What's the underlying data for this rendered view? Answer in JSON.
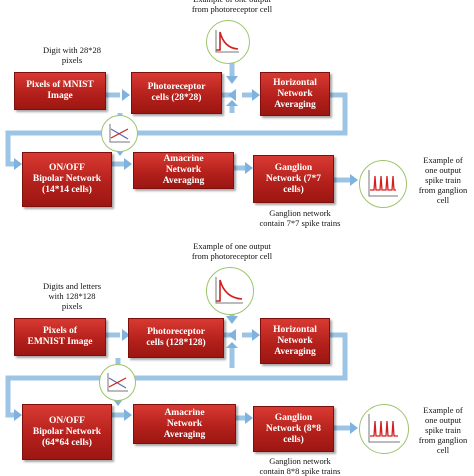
{
  "diagrams": [
    {
      "top_note": "Example of one output\nfrom photoreceptor cell",
      "input_note": "Digit with 28*28\npixels",
      "pixels_box": "Pixels of MNIST\nImage",
      "photoreceptor_box": "Photoreceptor\ncells (28*28)",
      "horizontal_box": "Horizontal\nNetwork\nAveraging",
      "bipolar_box": "ON/OFF\nBipolar Network\n(14*14 cells)",
      "amacrine_box": "Amacrine\nNetwork\nAveraging",
      "ganglion_box": "Ganglion\nNetwork (7*7\ncells)",
      "ganglion_note": "Ganglion network\ncontain 7*7 spike trains",
      "spike_note": "Example of\none output\nspike train\nfrom ganglion\ncell"
    },
    {
      "top_note": "Example of one output\nfrom photoreceptor cell",
      "input_note": "Digits and letters\nwith 128*128\npixels",
      "pixels_box": "Pixels of\nEMNIST Image",
      "photoreceptor_box": "Photoreceptor\ncells (128*128)",
      "horizontal_box": "Horizontal\nNetwork\nAveraging",
      "bipolar_box": "ON/OFF\nBipolar Network\n(64*64 cells)",
      "amacrine_box": "Amacrine\nNetwork\nAveraging",
      "ganglion_box": "Ganglion\nNetwork (8*8\ncells)",
      "ganglion_note": "Ganglion network\ncontain 8*8 spike trains",
      "spike_note": "Example of\none output\nspike train\nfrom ganglion\ncell"
    }
  ],
  "colors": {
    "box_red": "#b5211c",
    "arrow_blue": "#9cc4e4",
    "circle_green": "#9cc56b",
    "signal_red": "#d21f1f"
  }
}
